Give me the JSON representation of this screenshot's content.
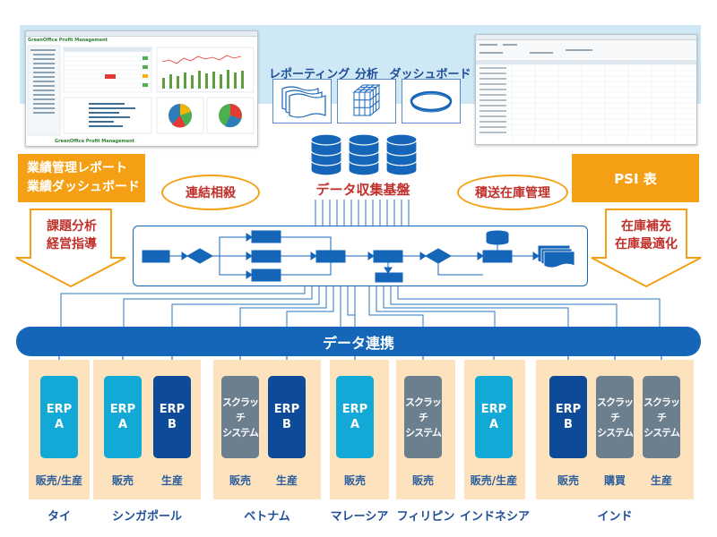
{
  "colors": {
    "accent_blue": "#1565b8",
    "orange": "#f5a014",
    "red": "#c0312b",
    "cyan": "#12a9d6",
    "navy": "#0d4b99",
    "gray": "#6c7f8f",
    "country_bg": "#fde3bd",
    "band": "#cfe8f6"
  },
  "screenshot_left": {
    "title": "GreenOffice Profit Management",
    "footer": "GreenOffice Profit Management"
  },
  "tools": [
    {
      "label": "レポーティング",
      "icon": "stacked-reports-icon"
    },
    {
      "label": "分析",
      "icon": "cube-icon"
    },
    {
      "label": "ダッシュボード",
      "icon": "ring-icon"
    }
  ],
  "database_label": "データ収集基盤",
  "left_box": {
    "line1": "業績管理レポート",
    "line2": "業績ダッシュボード"
  },
  "right_box": {
    "label": "PSI 表"
  },
  "ellipse_left": "連結相殺",
  "ellipse_right": "積送在庫管理",
  "left_arrow": {
    "line1": "課題分析",
    "line2": "経営指導"
  },
  "right_arrow": {
    "line1": "在庫補充",
    "line2": "在庫最適化"
  },
  "data_link": "データ連携",
  "countries": [
    {
      "name": "タイ",
      "systems": [
        {
          "line1": "ERP",
          "line2": "A",
          "color": "cyan",
          "role": "販売/生産"
        }
      ]
    },
    {
      "name": "シンガポール",
      "systems": [
        {
          "line1": "ERP",
          "line2": "A",
          "color": "cyan",
          "role": "販売"
        },
        {
          "line1": "ERP",
          "line2": "B",
          "color": "navy",
          "role": "生産"
        }
      ]
    },
    {
      "name": "ベトナム",
      "systems": [
        {
          "line1": "スクラッチ",
          "line2": "システム",
          "color": "gray",
          "role": "販売"
        },
        {
          "line1": "ERP",
          "line2": "B",
          "color": "navy",
          "role": "生産"
        }
      ]
    },
    {
      "name": "マレーシア",
      "systems": [
        {
          "line1": "ERP",
          "line2": "A",
          "color": "cyan",
          "role": "販売"
        }
      ]
    },
    {
      "name": "フィリピン",
      "systems": [
        {
          "line1": "スクラッチ",
          "line2": "システム",
          "color": "gray",
          "role": "販売"
        }
      ]
    },
    {
      "name": "インドネシア",
      "systems": [
        {
          "line1": "ERP",
          "line2": "A",
          "color": "cyan",
          "role": "販売/生産"
        }
      ]
    },
    {
      "name": "インド",
      "systems": [
        {
          "line1": "ERP",
          "line2": "B",
          "color": "navy",
          "role": "販売"
        },
        {
          "line1": "スクラッチ",
          "line2": "システム",
          "color": "gray",
          "role": "購買"
        },
        {
          "line1": "スクラッチ",
          "line2": "システム",
          "color": "gray",
          "role": "生産"
        }
      ]
    }
  ]
}
